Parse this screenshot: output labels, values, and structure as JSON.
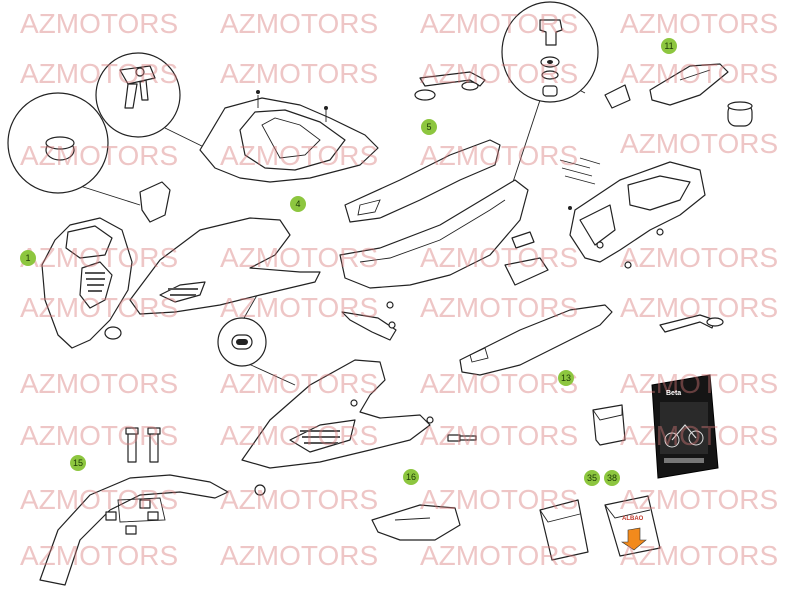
{
  "watermark": {
    "text": "AZMOTORS",
    "color": "#d67878"
  },
  "callouts": [
    {
      "id": "1",
      "label": "1"
    },
    {
      "id": "4",
      "label": "4"
    },
    {
      "id": "5",
      "label": "5"
    },
    {
      "id": "11",
      "label": "11"
    },
    {
      "id": "13",
      "label": "13"
    },
    {
      "id": "15",
      "label": "15"
    },
    {
      "id": "16",
      "label": "16"
    },
    {
      "id": "35",
      "label": "35"
    },
    {
      "id": "38",
      "label": "38"
    }
  ],
  "callout_color": "#8dc63f",
  "manual": {
    "brand_text": "Beta",
    "bag_logo_text": "ALBAO"
  }
}
